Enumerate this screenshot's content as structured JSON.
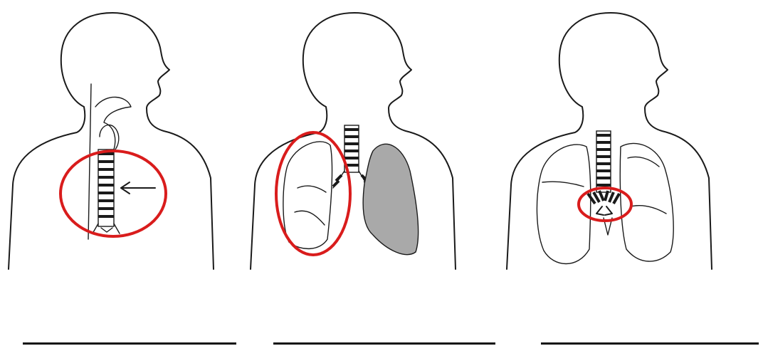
{
  "colors": {
    "outline": "#1a1a1a",
    "highlight": "#d91c1c",
    "shaded_lung": "#a9a9a9",
    "answer_line": "#111111"
  },
  "panels": [
    {
      "highlighted_part": "trachea",
      "answer_text": ""
    },
    {
      "highlighted_part": "lung",
      "answer_text": ""
    },
    {
      "highlighted_part": "bronchi",
      "answer_text": ""
    }
  ]
}
